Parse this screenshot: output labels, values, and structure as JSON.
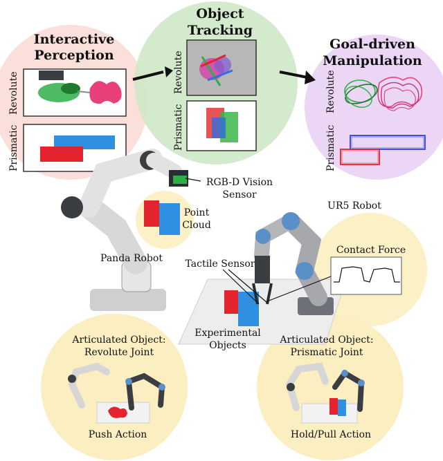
{
  "panels": {
    "interactive_perception": {
      "title_line1": "Interactive",
      "title_line2": "Perception",
      "row_top": "Revolute",
      "row_bottom": "Prismatic",
      "color": "#f9dcd6"
    },
    "object_tracking": {
      "title_line1": "Object",
      "title_line2": "Tracking",
      "row_top": "Revolute",
      "row_bottom": "Prismatic",
      "color": "#cfe8c7"
    },
    "goal_driven": {
      "title_line1": "Goal-driven",
      "title_line2": "Manipulation",
      "row_top": "Revolute",
      "row_bottom": "Prismatic",
      "color": "#ead2f5"
    }
  },
  "labels": {
    "rgbd_line1": "RGB-D Vision",
    "rgbd_line2": "Sensor",
    "point_cloud_line1": "Point",
    "point_cloud_line2": "Cloud",
    "panda_robot": "Panda Robot",
    "ur5_robot": "UR5 Robot",
    "tactile_sensor": "Tactile Sensor",
    "contact_force": "Contact Force",
    "experimental_line1": "Experimental",
    "experimental_line2": "Objects"
  },
  "bottom_circles": {
    "revolute": {
      "title_line1": "Articulated Object:",
      "title_line2": "Revolute Joint",
      "action": "Push Action"
    },
    "prismatic": {
      "title_line1": "Articulated Object:",
      "title_line2": "Prismatic Joint",
      "action": "Hold/Pull Action"
    },
    "color": "#fbeec0"
  },
  "colors": {
    "object_red": "#e3232d",
    "object_blue": "#2f8fe0",
    "object_green": "#2fae45",
    "object_pink": "#e8407a",
    "robot_gray": "#b9bcc0",
    "robot_dark": "#3a3d42",
    "ur5_blue": "#5b8fc8"
  }
}
